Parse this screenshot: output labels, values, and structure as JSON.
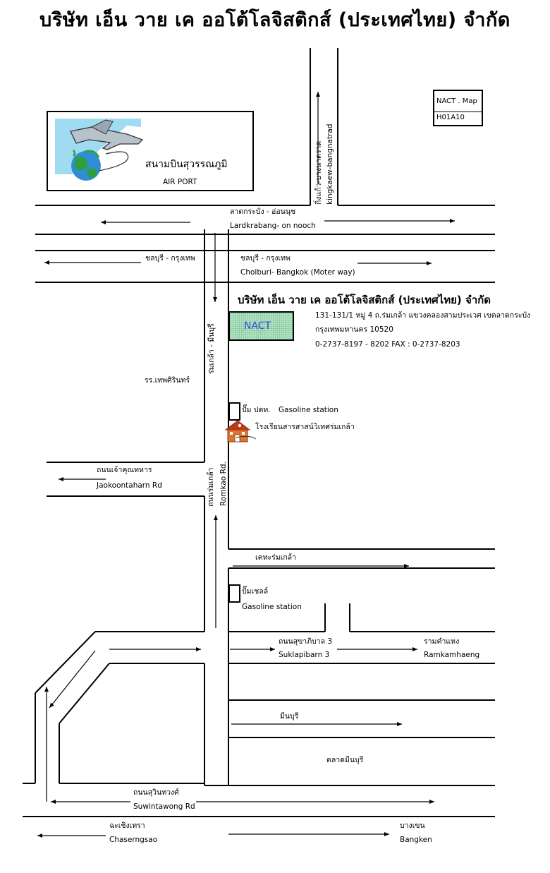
{
  "title": "บริษัท เอ็น วาย เค ออโต้โลจิสติกส์ (ประเทศไทย) จำกัด",
  "map_tag": {
    "name": "NACT . Map",
    "code": "H01A10"
  },
  "airport": {
    "thai": "สนามบินสุวรรณภูมิ",
    "english": "AIR PORT"
  },
  "company": {
    "name": "บริษัท เอ็น วาย เค ออโต้โลจิสติกส์ (ประเทศไทย) จำกัด",
    "box_label": "NACT",
    "address1": "131-131/1 หมู่ 4 ถ.ร่มเกล้า  แขวงคลองสามประเวศ  เขตลาดกระบัง",
    "address2": "กรุงเทพมหานคร   10520",
    "phone": "0-2737-8197 -  8202     FAX : 0-2737-8203"
  },
  "roads": {
    "kingkaew_thai": "กิ่งแก้ว-บางนาตราด",
    "kingkaew_en": "kingkaew-bangnatrad",
    "lardkrabang_thai": "ลาดกระบัง - อ่อนนุช",
    "lardkrabang_en": "Lardkrabang- on nooch",
    "cholburi_left_thai": "ชลบุรี  -  กรุงเทพ",
    "cholburi_right_thai": "ชลบุรี  -  กรุงเทพ",
    "cholburi_en": "Cholburi- Bangkok (Moter way)",
    "romklao_minburi": "ร่มเกล้า - มีนบุรี",
    "romklao_thai": "ถนนร่มเกล้า",
    "romklao_en": "Romkao Rd.",
    "jaokoon_thai": "ถนนเจ้าคุณทหาร",
    "jaokoon_en": "Jaokoontaharn Rd",
    "kheha": "เคหะร่มเกล้า",
    "suklapibarn_thai": "ถนนสุขาภิบาล 3",
    "suklapibarn_en": "Suklapibarn 3",
    "ramkamhaeng_thai": "รามคำแหง",
    "ramkamhaeng_en": "Ramkamhaeng",
    "minburi": "มีนบุรี",
    "minburi_market": "ตลาดมีนบุรี",
    "suwintawong_thai": "ถนนสุวินทวงศ์",
    "suwintawong_en": "Suwintawong Rd",
    "chaserngsao_thai": "ฉะเชิงเทรา",
    "chaserngsao_en": "Chaserngsao",
    "bangken_thai": "บางเขน",
    "bangken_en": "Bangken"
  },
  "landmarks": {
    "thepsirin": "รร.เทพศิรินทร์",
    "ptt_thai": "ปั๊ม ปตท.",
    "ptt_en": "Gasoline station",
    "school": "โรงเรียนสารสาสน์วิเทศร่มเกล้า",
    "shell_thai": "ปั๊มเชลล์",
    "shell_en": "Gasoline station"
  }
}
